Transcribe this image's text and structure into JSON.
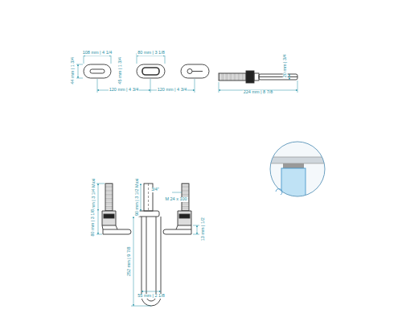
{
  "diagram": {
    "labels": [
      "108 mm | 4 1/4",
      "45 mm | 1 3/4",
      "80 mm | 3 1/8",
      "120 mm | 4 3/4",
      "120 mm | 4 3/4",
      "44 mm | 1 3/4",
      "20 mm | 3/4",
      "224 mm | 8 7/8",
      "84 mm | 3 1/4 Maxi",
      "90 mm | 3 1/2 Maxi",
      "3/4\"",
      "M 24 x 100",
      "80 mm | 3 1/8",
      "13 mm | 1/2",
      "252 mm | 9 7/8",
      "55 mm | 2 1/8"
    ]
  }
}
